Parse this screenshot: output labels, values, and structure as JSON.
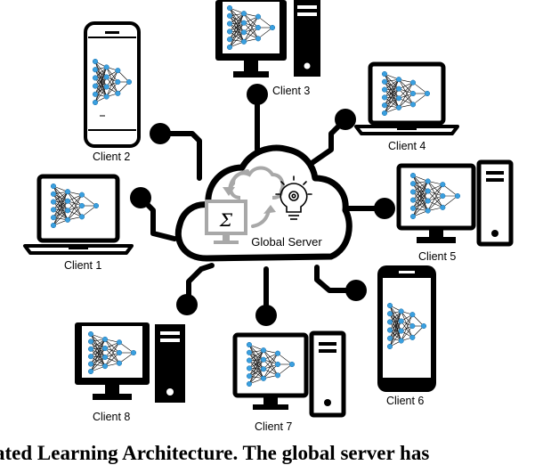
{
  "server": {
    "label": "Global Server",
    "aggregation_symbol": "Σ",
    "icons": [
      "cloud-icon",
      "monitor-icon",
      "lightbulb-gear-icon",
      "sync-arrows-icon"
    ]
  },
  "clients": [
    {
      "id": "client-1",
      "label": "Client 1",
      "device": "laptop"
    },
    {
      "id": "client-2",
      "label": "Client 2",
      "device": "phone"
    },
    {
      "id": "client-3",
      "label": "Client 3",
      "device": "desktop"
    },
    {
      "id": "client-4",
      "label": "Client 4",
      "device": "laptop"
    },
    {
      "id": "client-5",
      "label": "Client 5",
      "device": "desktop"
    },
    {
      "id": "client-6",
      "label": "Client 6",
      "device": "phone"
    },
    {
      "id": "client-7",
      "label": "Client 7",
      "device": "desktop"
    },
    {
      "id": "client-8",
      "label": "Client 8",
      "device": "desktop"
    }
  ],
  "caption": "ated Learning Architecture. The global server has",
  "colors": {
    "node": "#3aa0e0",
    "line": "#000000",
    "cloud": "#ffffff",
    "gray_icon": "#a8a8a8"
  }
}
